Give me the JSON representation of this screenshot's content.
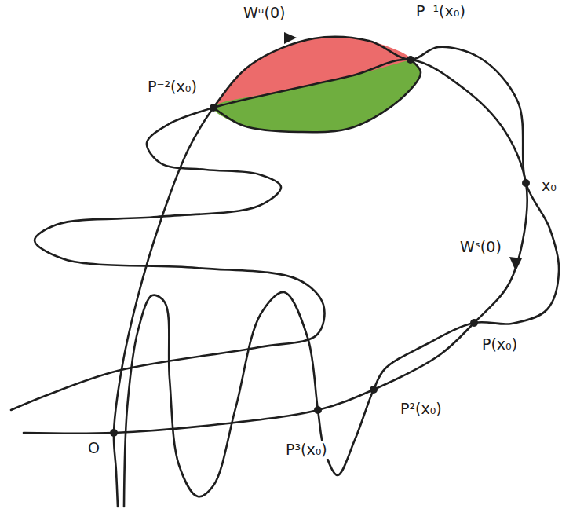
{
  "diagram": {
    "labels": [
      "Wᵘ(0)",
      "P⁻¹(x₀)",
      "P⁻²(x₀)",
      "x₀",
      "Wˢ(0)",
      "P(x₀)",
      "P²(x₀)",
      "P³(x₀)",
      "O"
    ]
  }
}
